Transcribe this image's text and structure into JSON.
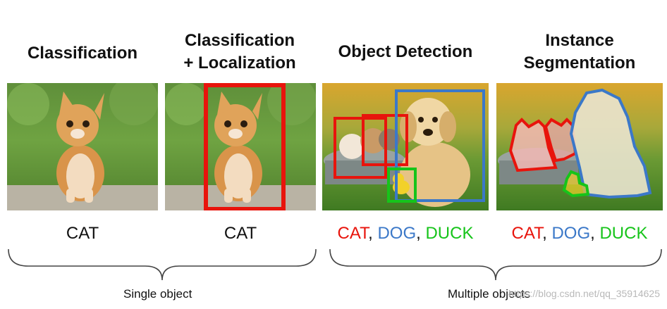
{
  "headings": {
    "classification": "Classification",
    "loc_line1": "Classification",
    "loc_line2": "+ Localization",
    "detection": "Object Detection",
    "seg_line1": "Instance",
    "seg_line2": "Segmentation"
  },
  "labels": {
    "cat": "CAT",
    "dog": "DOG",
    "duck": "DUCK",
    "separator": ", "
  },
  "groups": {
    "single": "Single object",
    "multiple": "Multiple objects"
  },
  "watermark": "https://blog.csdn.net/qq_35914625",
  "colors": {
    "cat": "#e8140c",
    "dog": "#3b78c8",
    "duck": "#16c41a"
  }
}
